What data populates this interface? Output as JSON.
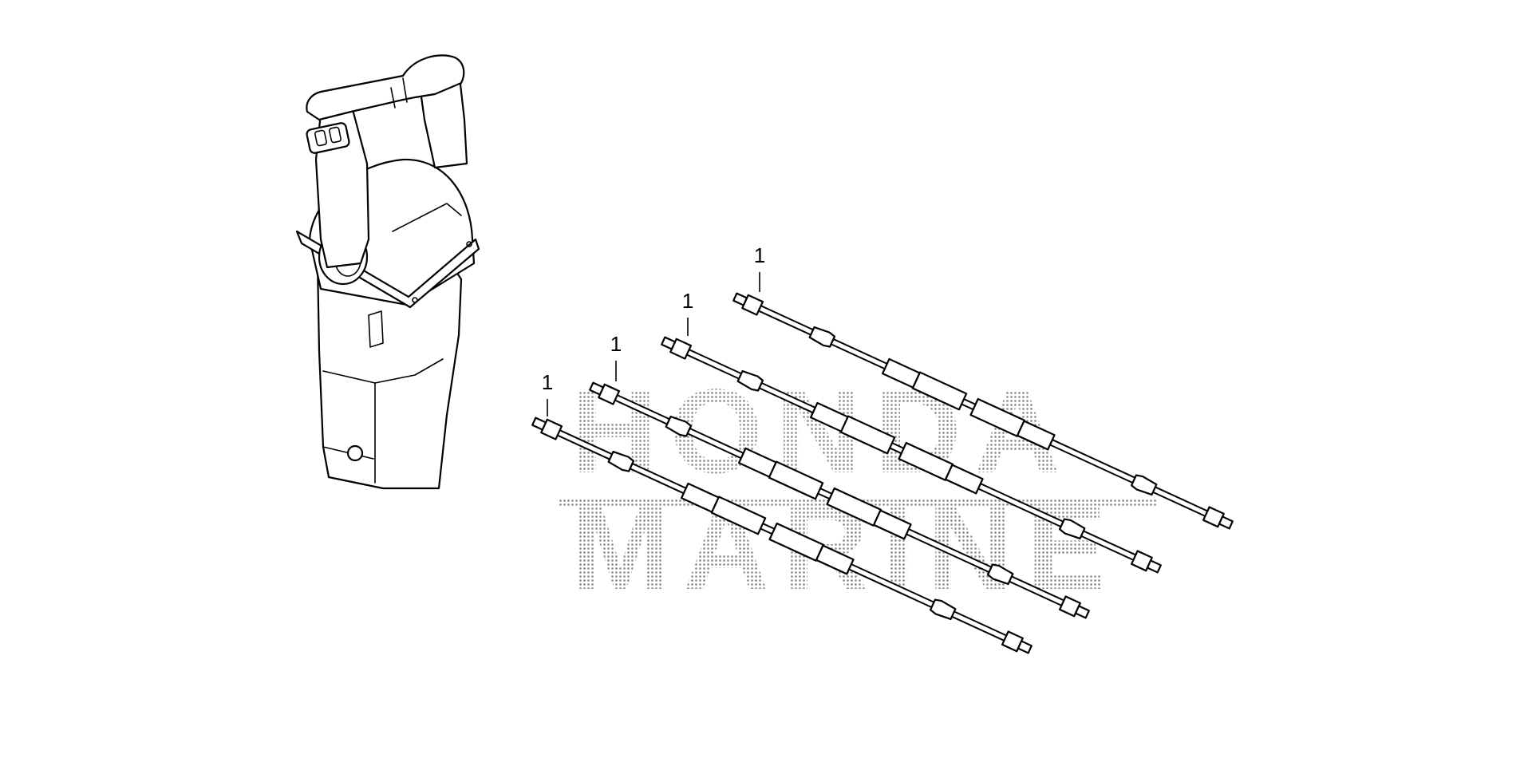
{
  "watermark": {
    "line1": "HONDA",
    "line2": "MARINE"
  },
  "callouts": [
    {
      "id": "cable-1",
      "label": "1"
    },
    {
      "id": "cable-2",
      "label": "1"
    },
    {
      "id": "cable-3",
      "label": "1"
    },
    {
      "id": "cable-4",
      "label": "1"
    }
  ],
  "colors": {
    "line": "#000000",
    "background": "#ffffff",
    "watermark": "#9a9a9a"
  }
}
